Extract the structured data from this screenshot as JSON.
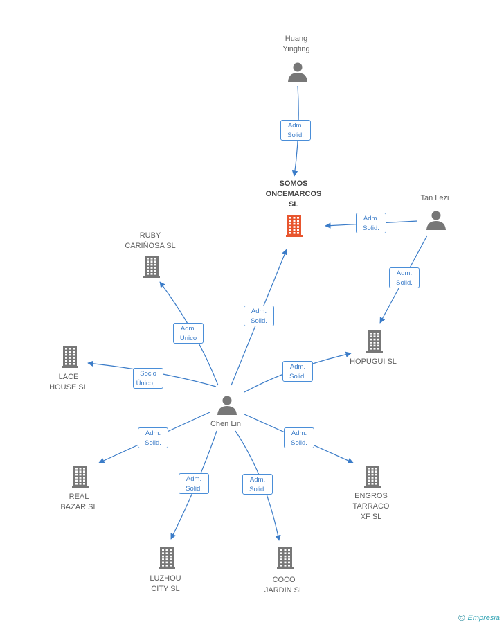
{
  "colors": {
    "edge": "#3b7cc8",
    "node": "#777777",
    "main_node": "#e8552e"
  },
  "nodes": [
    {
      "id": "somos",
      "label": "SOMOS\nONCEMARCOS\nSL",
      "type": "company",
      "main": true
    },
    {
      "id": "huang",
      "label": "Huang\nYingting",
      "type": "person"
    },
    {
      "id": "tan",
      "label": "Tan Lezi",
      "type": "person"
    },
    {
      "id": "chen",
      "label": "Chen Lin",
      "type": "person"
    },
    {
      "id": "ruby",
      "label": "RUBY\nCARIÑOSA  SL",
      "type": "company"
    },
    {
      "id": "hopugui",
      "label": "HOPUGUI SL",
      "type": "company"
    },
    {
      "id": "lace",
      "label": "LACE\nHOUSE SL",
      "type": "company"
    },
    {
      "id": "real",
      "label": "REAL\nBAZAR SL",
      "type": "company"
    },
    {
      "id": "luzhou",
      "label": "LUZHOU\nCITY SL",
      "type": "company"
    },
    {
      "id": "coco",
      "label": "COCO\nJARDIN SL",
      "type": "company"
    },
    {
      "id": "engros",
      "label": "ENGROS\nTARRACO\nXF  SL",
      "type": "company"
    }
  ],
  "edges": [
    {
      "from": "huang",
      "to": "somos",
      "label": "Adm.\nSolid."
    },
    {
      "from": "tan",
      "to": "somos",
      "label": "Adm.\nSolid."
    },
    {
      "from": "tan",
      "to": "hopugui",
      "label": "Adm.\nSolid."
    },
    {
      "from": "chen",
      "to": "somos",
      "label": "Adm.\nSolid."
    },
    {
      "from": "chen",
      "to": "ruby",
      "label": "Adm.\nUnico"
    },
    {
      "from": "chen",
      "to": "lace",
      "label": "Socio\nÚnico,..."
    },
    {
      "from": "chen",
      "to": "hopugui",
      "label": "Adm.\nSolid."
    },
    {
      "from": "chen",
      "to": "real",
      "label": "Adm.\nSolid."
    },
    {
      "from": "chen",
      "to": "luzhou",
      "label": "Adm.\nSolid."
    },
    {
      "from": "chen",
      "to": "coco",
      "label": "Adm.\nSolid."
    },
    {
      "from": "chen",
      "to": "engros",
      "label": "Adm.\nSolid."
    }
  ],
  "brand": {
    "symbol": "©",
    "name": "Empresia"
  }
}
